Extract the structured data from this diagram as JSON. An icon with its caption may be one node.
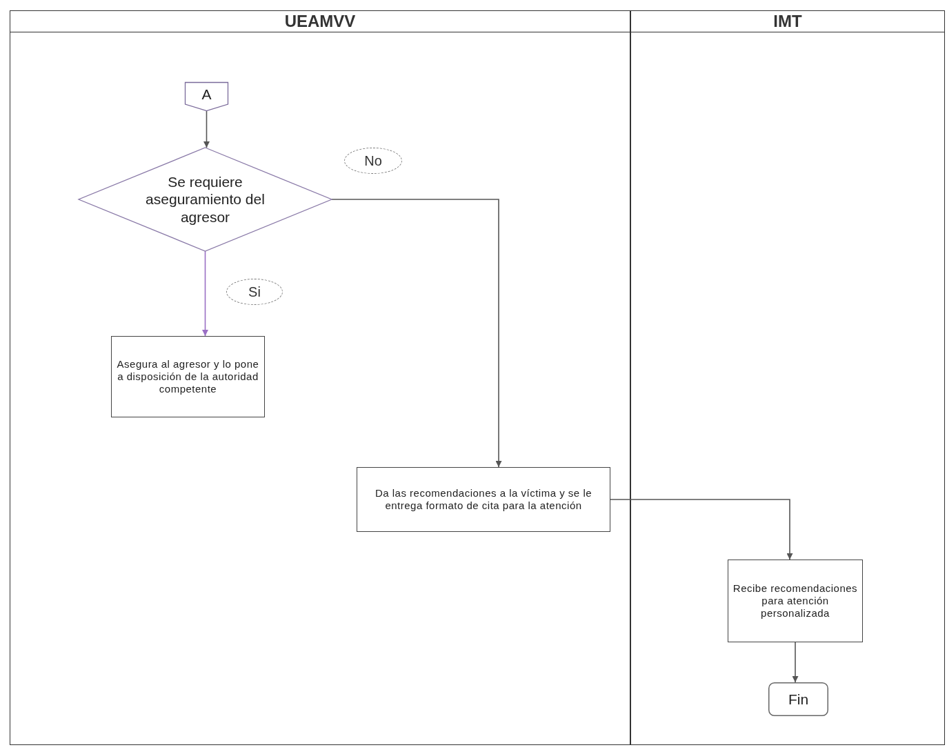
{
  "diagram": {
    "nodes": [
      {
        "text": [
          "UEAMVV"
        ]
      },
      {
        "text": [
          "IMT"
        ]
      },
      {
        "text": [
          "A"
        ],
        "in": 0
      },
      {
        "text": [
          "Se requiere aseguramiento del agresor"
        ],
        "in": 0
      },
      {
        "text": [
          "Asegura al agresor y lo pone a disposición de la autoridad competente"
        ],
        "in": 0
      },
      {
        "text": [
          "Da las recomendaciones a la víctima y se le entrega formato de cita para la atención"
        ],
        "in": 0
      },
      {
        "text": [
          "Recibe recomendaciones para atención personalizada"
        ],
        "in": 1
      },
      {
        "text": [
          "Fin"
        ],
        "in": 1
      }
    ],
    "edges": [
      {
        "from": 2,
        "to": 3,
        "arrow": "to"
      },
      {
        "from": 3,
        "to": 4,
        "arrow": "to",
        "label": "Si",
        "color": "#9a6fc4"
      },
      {
        "from": 3,
        "to": 5,
        "arrow": "to",
        "label": "No"
      },
      {
        "from": 5,
        "to": 6,
        "arrow": "to"
      },
      {
        "from": 6,
        "to": 7,
        "arrow": "to"
      }
    ]
  }
}
